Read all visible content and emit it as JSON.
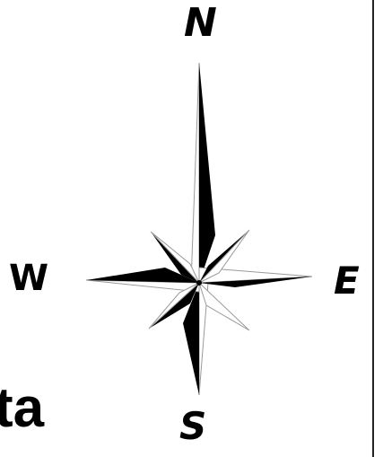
{
  "compass": {
    "north": "N",
    "south": "S",
    "east": "E",
    "west": "W"
  },
  "fragment_text": "ta",
  "colors": {
    "ink": "#000000",
    "background": "#ffffff",
    "outline": "#9a9a9a"
  }
}
